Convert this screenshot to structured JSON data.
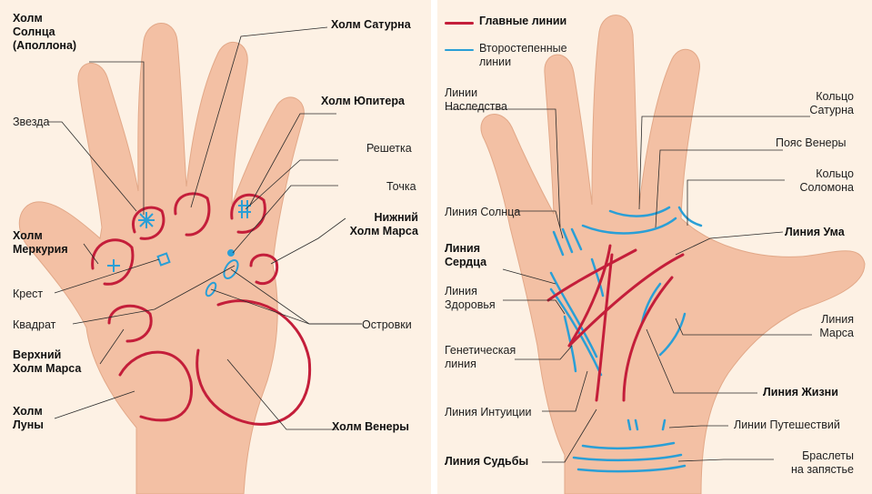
{
  "colors": {
    "main_line": "#c41e3a",
    "secondary_line": "#2a9fd6",
    "skin": "#f3c0a4",
    "background": "#fdf1e4",
    "leader": "#2b2b2b"
  },
  "left": {
    "labels": {
      "sun_mount": "Холм\nСолнца\n(Аполлона)",
      "saturn_mount": "Холм Сатурна",
      "star": "Звезда",
      "jupiter_mount": "Холм Юпитера",
      "grille": "Решетка",
      "dot": "Точка",
      "mercury_mount": "Холм\nМеркурия",
      "lower_mars": "Нижний\nХолм Марса",
      "cross": "Крест",
      "square": "Квадрат",
      "islands": "Островки",
      "upper_mars": "Верхний\nХолм Марса",
      "moon_mount": "Холм\nЛуны",
      "venus_mount": "Холм Венеры"
    }
  },
  "right": {
    "legend": {
      "main": "Главные линии",
      "secondary": "Второстепенные\nлинии"
    },
    "labels": {
      "heritage": "Линии\nНаследства",
      "saturn_ring": "Кольцо\nСатурна",
      "venus_belt": "Пояс Венеры",
      "solomon_ring": "Кольцо\nСоломона",
      "sun_line": "Линия Солнца",
      "head_line": "Линия Ума",
      "heart_line": "Линия\nСердца",
      "health_line": "Линия\nЗдоровья",
      "mars_line": "Линия\nМарса",
      "genetic_line": "Генетическая\nлиния",
      "life_line": "Линия Жизни",
      "intuition_line": "Линия Интуиции",
      "travel_lines": "Линии Путешествий",
      "fate_line": "Линия Судьбы",
      "bracelets": "Браслеты\nна запястье"
    }
  }
}
